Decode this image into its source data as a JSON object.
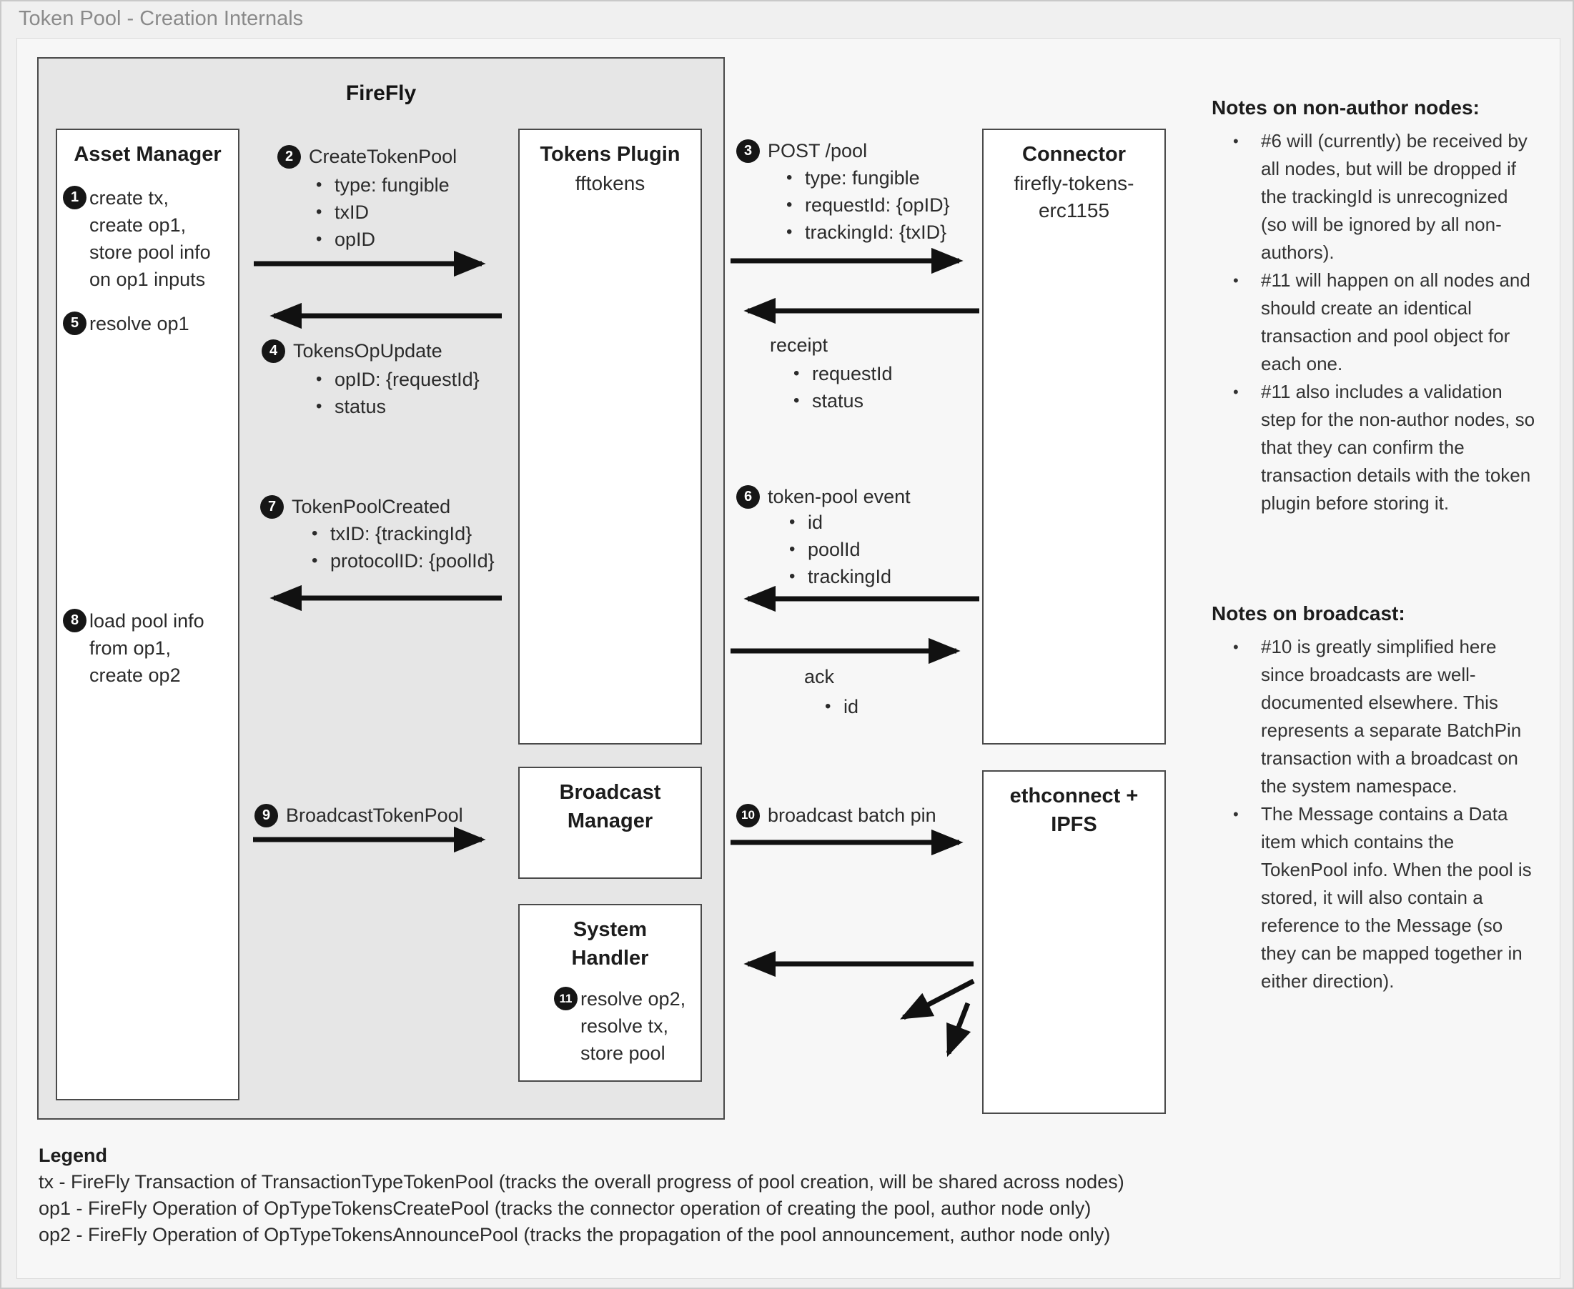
{
  "window": {
    "title": "Token Pool - Creation Internals"
  },
  "diagram": {
    "firefly_group_label": "FireFly",
    "boxes": {
      "asset_manager": {
        "title": "Asset Manager"
      },
      "tokens_plugin": {
        "title": "Tokens Plugin",
        "subtitle": "fftokens"
      },
      "broadcast_manager": {
        "title": "Broadcast Manager"
      },
      "system_handler": {
        "title": "System Handler"
      },
      "connector": {
        "title": "Connector",
        "subtitle": "firefly-tokens-erc1155"
      },
      "ethconnect": {
        "title": "ethconnect + IPFS"
      }
    },
    "steps": {
      "s1": {
        "num": "1",
        "lines": [
          "create tx,",
          "create op1,",
          "store pool info",
          "on op1 inputs"
        ]
      },
      "s5": {
        "num": "5",
        "lines": [
          "resolve op1"
        ]
      },
      "s8": {
        "num": "8",
        "lines": [
          "load pool info",
          "from op1,",
          "create op2"
        ]
      },
      "s11": {
        "num": "11",
        "lines": [
          "resolve op2,",
          "resolve tx,",
          "store pool"
        ]
      }
    },
    "messages": {
      "m2": {
        "num": "2",
        "label": "CreateTokenPool",
        "bullets": [
          "type: fungible",
          "txID",
          "opID"
        ]
      },
      "m4": {
        "num": "4",
        "label": "TokensOpUpdate",
        "bullets": [
          "opID: {requestId}",
          "status"
        ]
      },
      "m7": {
        "num": "7",
        "label": "TokenPoolCreated",
        "bullets": [
          "txID: {trackingId}",
          "protocolID: {poolId}"
        ]
      },
      "m9": {
        "num": "9",
        "label": "BroadcastTokenPool"
      },
      "m3": {
        "num": "3",
        "label": "POST /pool",
        "bullets": [
          "type: fungible",
          "requestId: {opID}",
          "trackingId: {txID}"
        ]
      },
      "receipt": {
        "label": "receipt",
        "bullets": [
          "requestId",
          "status"
        ]
      },
      "m6": {
        "num": "6",
        "label": "token-pool event",
        "bullets": [
          "id",
          "poolId",
          "trackingId"
        ]
      },
      "ack": {
        "label": "ack",
        "bullets": [
          "id"
        ]
      },
      "m10": {
        "num": "10",
        "label": "broadcast batch pin"
      }
    }
  },
  "notes": {
    "non_author": {
      "heading": "Notes on non-author nodes:",
      "items": [
        "#6 will (currently) be received by all nodes, but will be dropped if the trackingId is unrecognized (so will be ignored by all non-authors).",
        "#11 will happen on all nodes and should create an identical transaction and pool object for each one.",
        "#11 also includes a validation step for the non-author nodes, so that they can confirm the transaction details with the token plugin before storing it."
      ]
    },
    "broadcast": {
      "heading": "Notes on broadcast:",
      "items": [
        "#10 is greatly simplified here since broadcasts are well-documented elsewhere. This represents a separate BatchPin transaction with a broadcast on the system namespace.",
        "The Message contains a Data item which contains the TokenPool info. When the pool is stored, it will also contain a reference to the Message (so they can be mapped together in either direction)."
      ]
    }
  },
  "legend": {
    "heading": "Legend",
    "items": [
      "tx - FireFly Transaction of TransactionTypeTokenPool (tracks the overall progress of pool creation, will be shared across nodes)",
      "op1 - FireFly Operation of OpTypeTokensCreatePool (tracks the connector operation of creating the pool, author node only)",
      "op2 - FireFly Operation of OpTypeTokensAnnouncePool (tracks the propagation of the pool announcement, author node only)"
    ]
  }
}
